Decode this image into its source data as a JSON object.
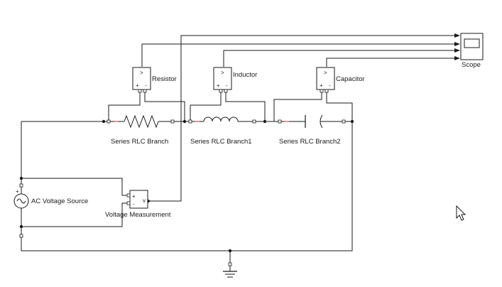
{
  "blocks": {
    "scope": {
      "label": "Scope"
    },
    "resistor_meter": {
      "label": "Resistor",
      "icon": ">",
      "plus": "+",
      "minus": "-"
    },
    "inductor_meter": {
      "label": "Inductor",
      "icon": ">",
      "plus": "+",
      "minus": "-"
    },
    "capacitor_meter": {
      "label": "Capacitor",
      "icon": ">",
      "plus": "+",
      "minus": "-"
    },
    "branch_r": {
      "label": "Series RLC Branch"
    },
    "branch_l": {
      "label": "Series RLC Branch1"
    },
    "branch_c": {
      "label": "Series RLC Branch2"
    },
    "source": {
      "label": "AC Voltage Source"
    },
    "vmeter": {
      "label": "Voltage Measurement",
      "plus": "+",
      "minus": "-",
      "v": "v"
    }
  },
  "colors": {
    "wire": "#1a1a1a",
    "port_red": "#d03030",
    "block_border": "#1a1a1a"
  }
}
